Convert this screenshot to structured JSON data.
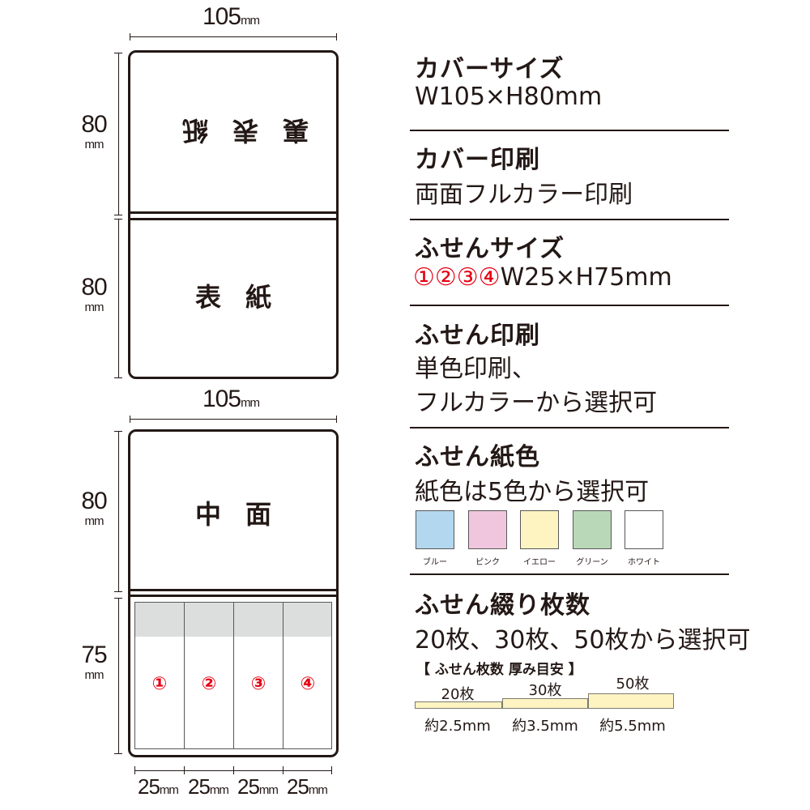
{
  "diagram": {
    "top_width_label": "105",
    "top_width_unit": "mm",
    "back_height_value": "80",
    "back_height_unit": "mm",
    "front_height_value": "80",
    "front_height_unit": "mm",
    "back_label": "裏表紙",
    "front_label": "表紙",
    "inner_width_label": "105",
    "inner_width_unit": "mm",
    "inner_height_value": "80",
    "inner_height_unit": "mm",
    "inner_label": "中面",
    "sticky_height_value": "75",
    "sticky_height_unit": "mm",
    "sticky_numbers": [
      "①",
      "②",
      "③",
      "④"
    ],
    "sticky_widths": [
      {
        "value": "25",
        "unit": "mm"
      },
      {
        "value": "25",
        "unit": "mm"
      },
      {
        "value": "25",
        "unit": "mm"
      },
      {
        "value": "25",
        "unit": "mm"
      }
    ]
  },
  "sections": {
    "cover_size": {
      "title": "カバーサイズ",
      "body": "W105×H80mm"
    },
    "cover_print": {
      "title": "カバー印刷",
      "body": "両面フルカラー印刷"
    },
    "sticky_size": {
      "title": "ふせんサイズ",
      "numbers": "①②③④",
      "body": "W25×H75mm"
    },
    "sticky_print": {
      "title": "ふせん印刷",
      "body_line1": "単色印刷、",
      "body_line2": "フルカラーから選択可"
    },
    "paper_color": {
      "title": "ふせん紙色",
      "body": "紙色は5色から選択可",
      "colors": [
        {
          "name": "ブルー",
          "hex": "#b3d7ef"
        },
        {
          "name": "ピンク",
          "hex": "#efc6dd"
        },
        {
          "name": "イエロー",
          "hex": "#fdf4c2"
        },
        {
          "name": "グリーン",
          "hex": "#b9d8b8"
        },
        {
          "name": "ホワイト",
          "hex": "#ffffff"
        }
      ]
    },
    "sheet_count": {
      "title": "ふせん綴り枚数",
      "body": "20枚、30枚、50枚から選択可",
      "guide_title": "【 ふせん枚数 厚み目安 】",
      "thickness": [
        {
          "count": "20枚",
          "thickness": "約2.5mm"
        },
        {
          "count": "30枚",
          "thickness": "約3.5mm"
        },
        {
          "count": "50枚",
          "thickness": "約5.5mm"
        }
      ]
    }
  }
}
